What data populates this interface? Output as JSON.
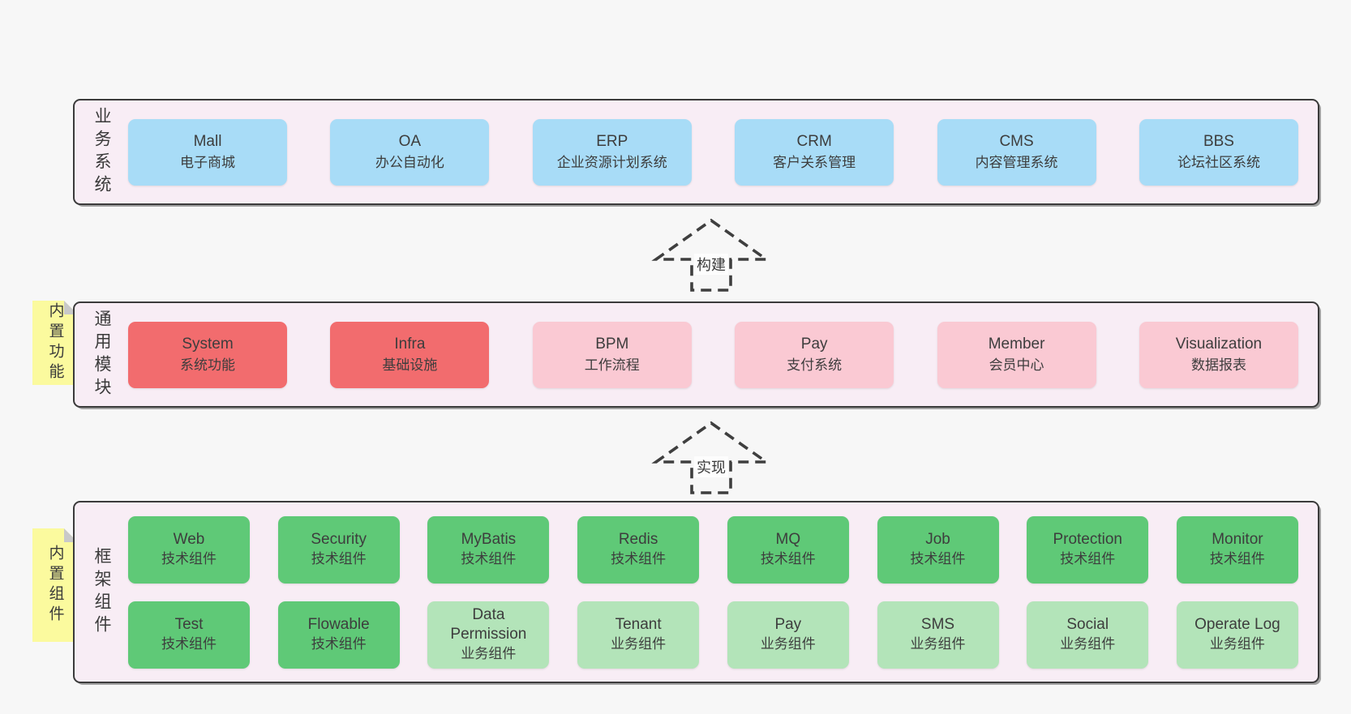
{
  "colors": {
    "page_background": "#f7f7f7",
    "layer_background": "#f8edf5",
    "layer_border": "#3b3b3b",
    "business_system_box": "#a8dcf7",
    "core_module_box": "#f26c6e",
    "optional_module_box": "#fac9d3",
    "technical_component_box": "#5fc977",
    "business_component_box": "#b3e4b9",
    "sticky_note": "#fbfa9e",
    "sticky_note_fold": "#c9c9c9",
    "text": "#3d3d3d"
  },
  "arrows": [
    {
      "label": "构建"
    },
    {
      "label": "实现"
    }
  ],
  "layers": [
    {
      "label": "业务系统",
      "boxes": [
        {
          "name": "Mall",
          "desc": "电子商城"
        },
        {
          "name": "OA",
          "desc": "办公自动化"
        },
        {
          "name": "ERP",
          "desc": "企业资源计划系统"
        },
        {
          "name": "CRM",
          "desc": "客户关系管理"
        },
        {
          "name": "CMS",
          "desc": "内容管理系统"
        },
        {
          "name": "BBS",
          "desc": "论坛社区系统"
        }
      ]
    },
    {
      "label": "通用模块",
      "note": "内置功能",
      "boxes": [
        {
          "name": "System",
          "desc": "系统功能"
        },
        {
          "name": "Infra",
          "desc": "基础设施"
        },
        {
          "name": "BPM",
          "desc": "工作流程"
        },
        {
          "name": "Pay",
          "desc": "支付系统"
        },
        {
          "name": "Member",
          "desc": "会员中心"
        },
        {
          "name": "Visualization",
          "desc": "数据报表"
        }
      ]
    },
    {
      "label": "框架组件",
      "note": "内置组件",
      "rows": [
        [
          {
            "name": "Web",
            "desc": "技术组件"
          },
          {
            "name": "Security",
            "desc": "技术组件"
          },
          {
            "name": "MyBatis",
            "desc": "技术组件"
          },
          {
            "name": "Redis",
            "desc": "技术组件"
          },
          {
            "name": "MQ",
            "desc": "技术组件"
          },
          {
            "name": "Job",
            "desc": "技术组件"
          },
          {
            "name": "Protection",
            "desc": "技术组件"
          },
          {
            "name": "Monitor",
            "desc": "技术组件"
          }
        ],
        [
          {
            "name": "Test",
            "desc": "技术组件"
          },
          {
            "name": "Flowable",
            "desc": "技术组件"
          },
          {
            "name": "Data Permission",
            "desc": "业务组件"
          },
          {
            "name": "Tenant",
            "desc": "业务组件"
          },
          {
            "name": "Pay",
            "desc": "业务组件"
          },
          {
            "name": "SMS",
            "desc": "业务组件"
          },
          {
            "name": "Social",
            "desc": "业务组件"
          },
          {
            "name": "Operate Log",
            "desc": "业务组件"
          }
        ]
      ]
    }
  ]
}
